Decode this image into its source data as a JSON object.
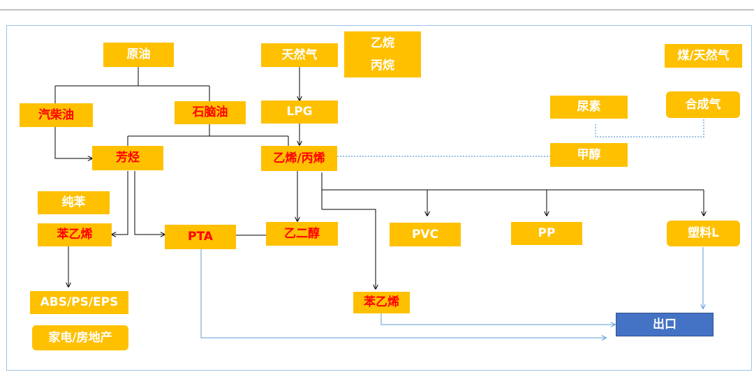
{
  "nodes": {
    "crude_oil": "原油",
    "natural_gas": "天然气",
    "ethane_propane": [
      "乙烷",
      "丙烷"
    ],
    "coal_gas": "煤/天然气",
    "diesel_gasoline": "汽柴油",
    "naphtha": "石脑油",
    "lpg": "LPG",
    "urea": "尿素",
    "syngas": "合成气",
    "aromatics": "芳烃",
    "ethylene_propylene": "乙烯/丙烯",
    "methanol": "甲醇",
    "pure_benzene": "纯苯",
    "styrene_left": "苯乙烯",
    "pta": "PTA",
    "ethylene_glycol": "乙二醇",
    "pvc": "PVC",
    "pp": "PP",
    "plastic_l": "塑料L",
    "abs_ps_eps": "ABS/PS/EPS",
    "appliance_realestate": "家电/房地产",
    "styrene_right": "苯乙烯",
    "export": "出口"
  },
  "colors": {
    "node_fill": "#ffc000",
    "node_text": "#ffffff",
    "highlight_text": "#ff0000",
    "export_fill": "#4472c4",
    "arrow_black": "#000000",
    "arrow_blue": "#5b9bd5",
    "frame_border": "#9dc3e6"
  }
}
